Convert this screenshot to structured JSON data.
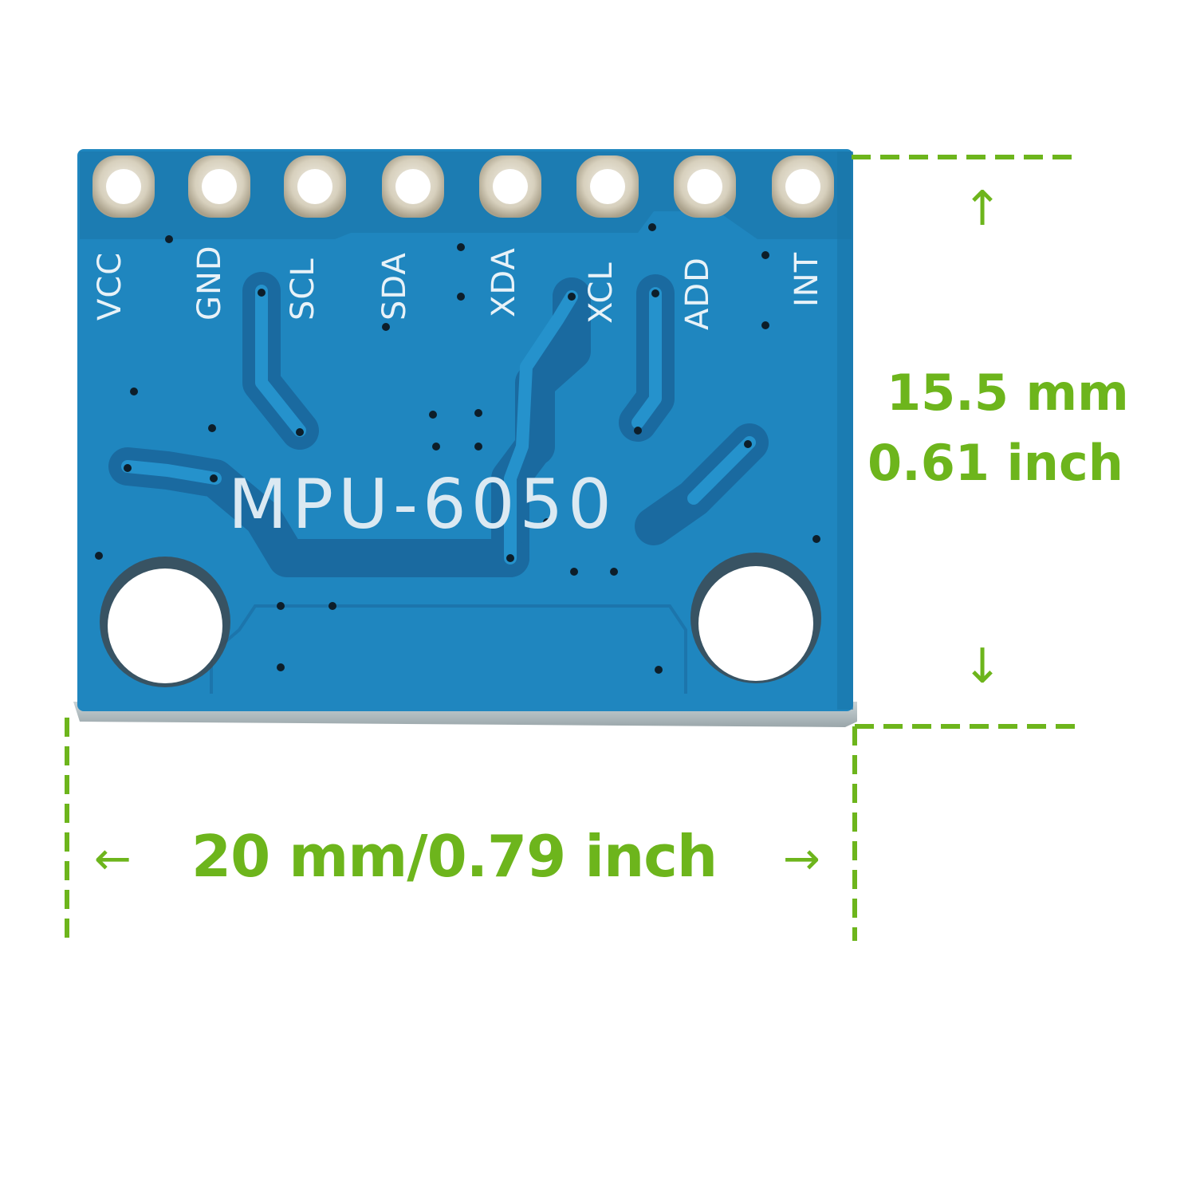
{
  "board": {
    "model": "MPU-6050",
    "pins": [
      "VCC",
      "GND",
      "SCL",
      "SDA",
      "XDA",
      "XCL",
      "ADD",
      "INT"
    ],
    "colors": {
      "pcb": "#1f86bf",
      "trace": "#1a6aa0",
      "pad": "#d9d4c4",
      "silk": "#dbe9f2"
    }
  },
  "dimensions": {
    "height": {
      "mm": "15.5 mm",
      "inch": "0.61 inch",
      "arrow_up": "↑",
      "arrow_down": "↓"
    },
    "width": {
      "label": "20 mm/0.79 inch",
      "arrow_left": "←",
      "arrow_right": "→"
    },
    "color": "#6db51c"
  }
}
